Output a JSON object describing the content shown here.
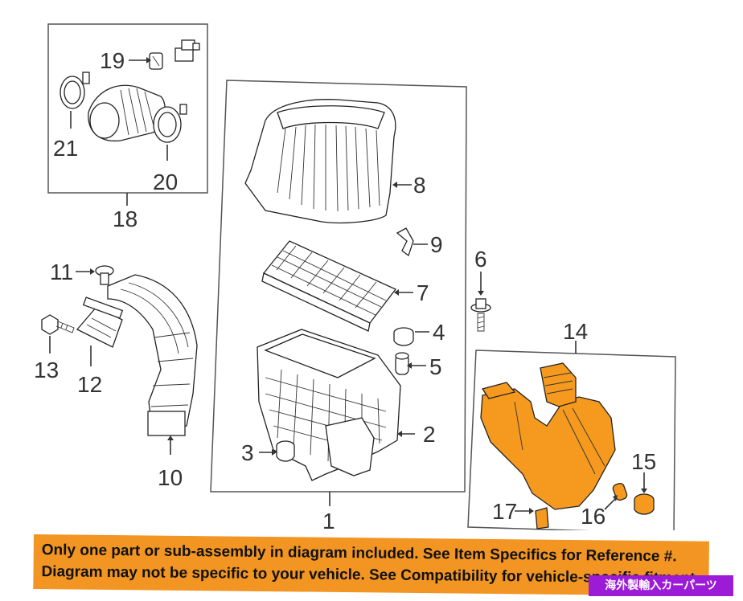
{
  "callouts": {
    "c1": "1",
    "c2": "2",
    "c3": "3",
    "c4": "4",
    "c5": "5",
    "c6": "6",
    "c7": "7",
    "c8": "8",
    "c9": "9",
    "c10": "10",
    "c11": "11",
    "c12": "12",
    "c13": "13",
    "c14": "14",
    "c15": "15",
    "c16": "16",
    "c17": "17",
    "c18": "18",
    "c19": "19",
    "c20": "20",
    "c21": "21"
  },
  "banner": {
    "line1": "Only one part or sub-assembly in diagram included. See Item Specifics for Reference #.",
    "line2": "Diagram may not be specific to your vehicle. See Compatibility for vehicle-specific fitment."
  },
  "stamp": "海外製輸入カーパーツ",
  "colors": {
    "highlight": "#f59a1e",
    "banner": "#f29522",
    "stamp": "#9b1bd6"
  }
}
